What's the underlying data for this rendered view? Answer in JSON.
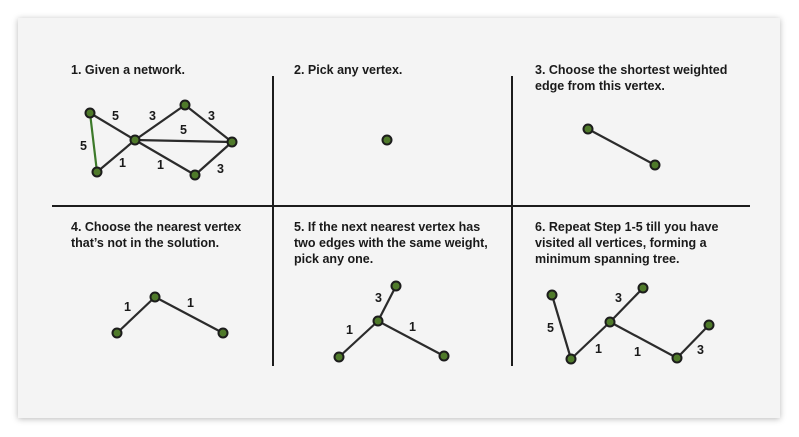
{
  "steps": [
    {
      "caption": "1. Given a network."
    },
    {
      "caption": "2. Pick any vertex."
    },
    {
      "caption": "3. Choose the shortest weighted\nedge from this vertex."
    },
    {
      "caption": "4. Choose the nearest vertex\nthat’s not in the solution."
    },
    {
      "caption": "5. If the next nearest vertex has\ntwo edges with the same weight,\npick any one."
    },
    {
      "caption": "6. Repeat Step 1-5 till you have\nvisited all vertices, forming a\nminimum spanning tree."
    }
  ],
  "weights": {
    "p1": [
      "5",
      "3",
      "3",
      "5",
      "5",
      "1",
      "1",
      "3"
    ],
    "p4": [
      "1",
      "1"
    ],
    "p5": [
      "3",
      "1",
      "1"
    ],
    "p6": [
      "5",
      "3",
      "1",
      "1",
      "3"
    ]
  },
  "colors": {
    "node_fill": "#4f7a2a",
    "highlight_edge": "#3d7a2a"
  }
}
